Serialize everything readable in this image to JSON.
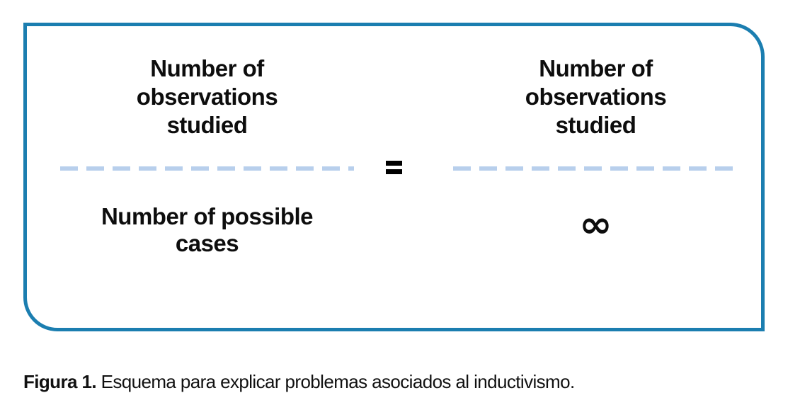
{
  "colors": {
    "box_border": "#1b7eb0",
    "fraction_bar_dash": "#b8cfec",
    "text": "#0d0d0d"
  },
  "figure": {
    "equation": {
      "left_fraction": {
        "numerator_lines": [
          "Number of",
          "observations",
          "studied"
        ],
        "denominator_lines": [
          "Number of possible",
          "cases"
        ]
      },
      "equals_sign": "=",
      "right_fraction": {
        "numerator_lines": [
          "Number of",
          "observations",
          "studied"
        ],
        "denominator_symbol": "∞"
      }
    }
  },
  "caption": {
    "label": "Figura 1.",
    "text": "Esquema para explicar problemas asociados al inductivismo."
  }
}
